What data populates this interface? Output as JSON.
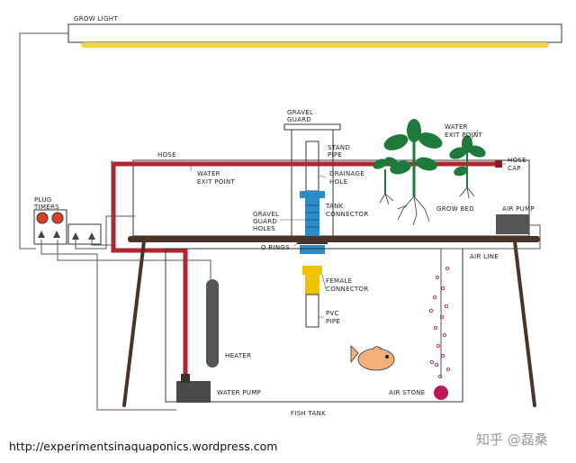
{
  "labels": {
    "grow_light": "GROW LIGHT",
    "gravel_guard": [
      "GRAVEL",
      "GUARD"
    ],
    "hose": "HOSE",
    "water_exit_left": [
      "WATER",
      "EXIT POINT"
    ],
    "stand_pipe": [
      "STAND",
      "PIPE"
    ],
    "drainage_hole": [
      "DRAINAGE",
      "HOLE"
    ],
    "water_exit_right": [
      "WATER",
      "EXIT POINT"
    ],
    "hose_cap": [
      "HOSE",
      "CAP"
    ],
    "plug_timers": [
      "PLUG",
      "TIMERS"
    ],
    "gravel_guard_holes": [
      "GRAVEL",
      "GUARD",
      "HOLES"
    ],
    "tank_connector": [
      "TANK",
      "CONNECTOR"
    ],
    "grow_bed": "GROW BED",
    "air_pump": "AIR PUMP",
    "o_rings": "O RINGS",
    "air_line": "AIR LINE",
    "female_connector": [
      "FEMALE",
      "CONNECTOR"
    ],
    "pvc_pipe": [
      "PVC",
      "PIPE"
    ],
    "heater": "HEATER",
    "water_pump": "WATER PUMP",
    "air_stone": "AIR STONE",
    "fish_tank": "FISH TANK"
  },
  "footer": {
    "source_url": "http://experimentsinaquaponics.wordpress.com",
    "watermark": "知乎 @磊桑"
  },
  "colors": {
    "hose": "#b5232b",
    "grow_light": "#f2d24a",
    "plant": "#1e7a3a",
    "fitting_blue": "#2a8fc9",
    "fitting_yellow": "#f2c200",
    "bench": "#4a3428",
    "air_stone": "#c0155a",
    "fish": "#f4b07a"
  }
}
